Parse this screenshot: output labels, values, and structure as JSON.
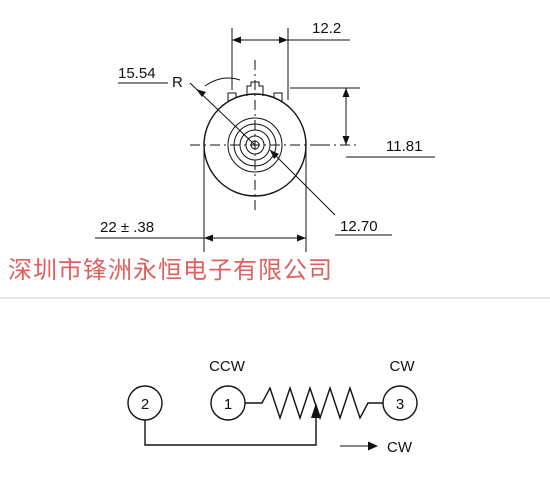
{
  "mechanical_drawing": {
    "dimensions": {
      "shaft_width": "12.2",
      "radius": "15.54",
      "radius_suffix": "R",
      "shaft_height": "11.81",
      "inner_diameter": "12.70",
      "body_diameter": "22 ± .38"
    }
  },
  "watermark": {
    "text": "深圳市锋洲永恒电子有限公司",
    "color": "#e06060"
  },
  "schematic": {
    "terminals": [
      {
        "number": "2",
        "label": ""
      },
      {
        "number": "1",
        "label": "CCW"
      },
      {
        "number": "3",
        "label": "CW"
      }
    ],
    "direction_label": "CW"
  },
  "colors": {
    "ink": "#111111",
    "separator": "#cccccc"
  }
}
